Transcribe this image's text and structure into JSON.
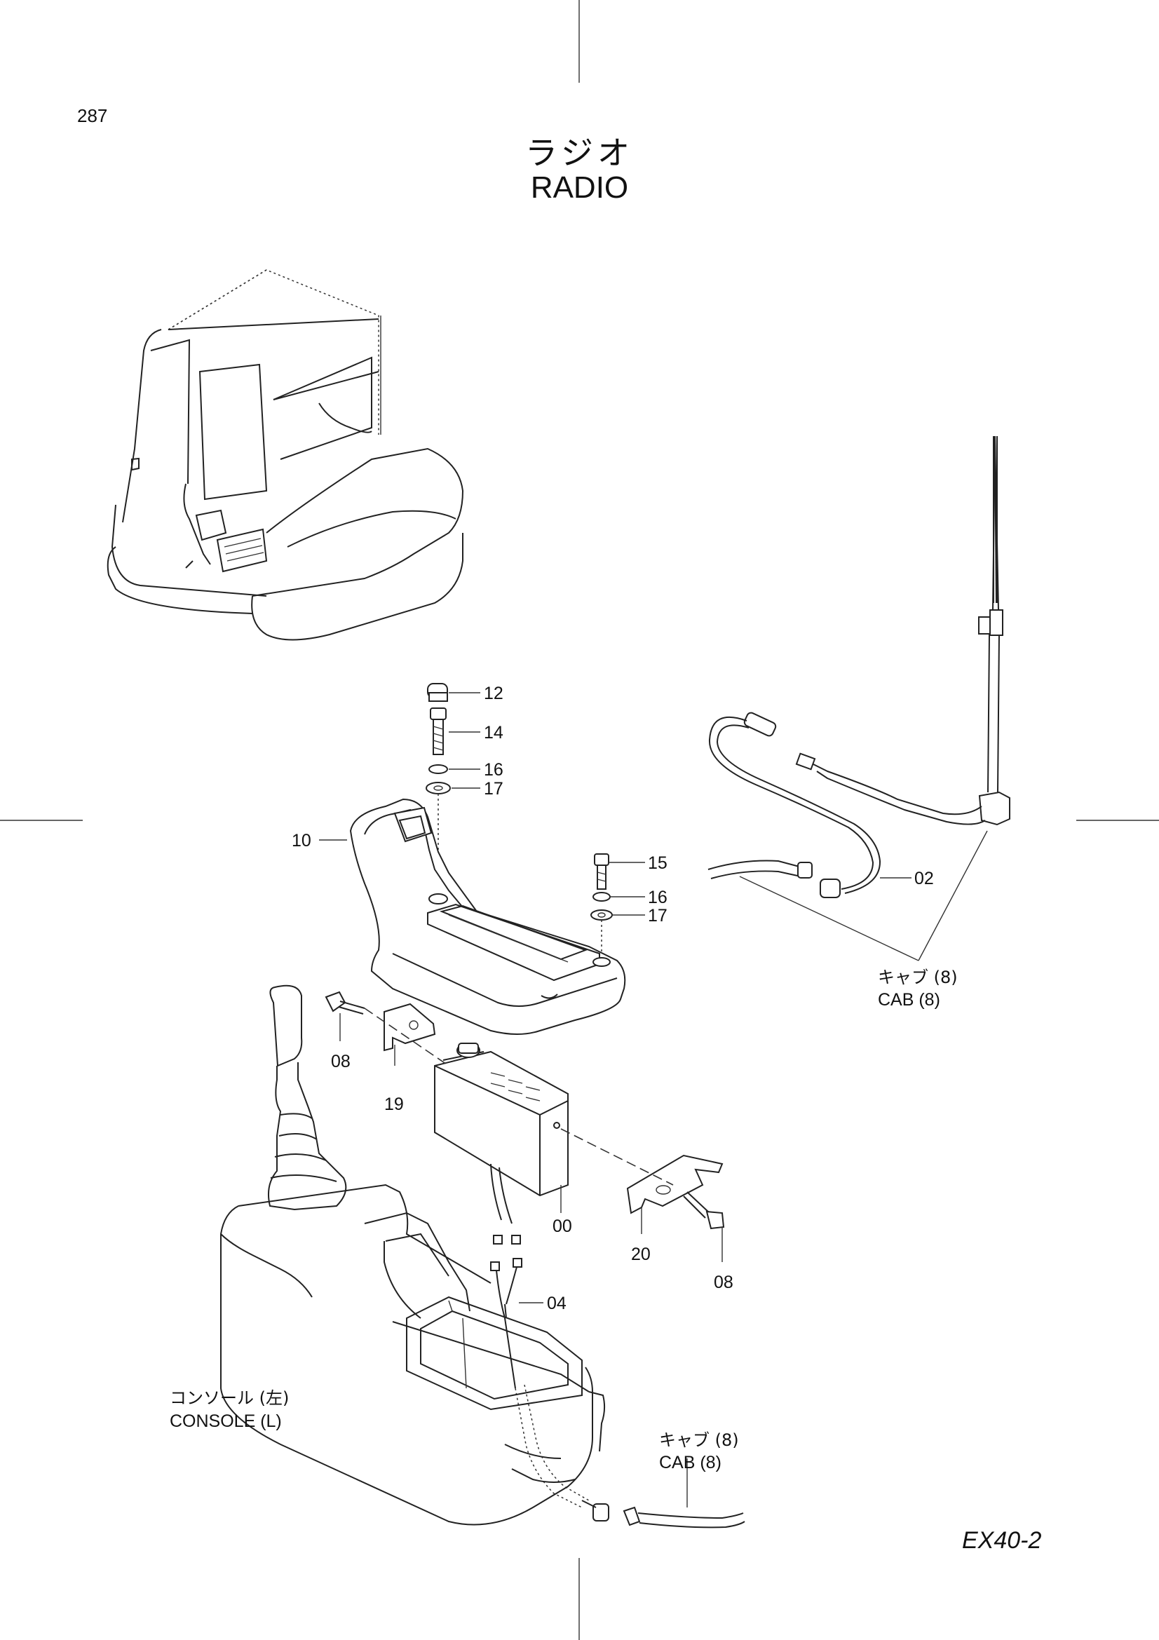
{
  "header": {
    "page_number": "287",
    "title_jp": "ラジオ",
    "title_en": "RADIO"
  },
  "footer": {
    "model": "EX40-2"
  },
  "callouts": {
    "c12": "12",
    "c14": "14",
    "c16a": "16",
    "c17a": "17",
    "c10": "10",
    "c15": "15",
    "c16b": "16",
    "c17b": "17",
    "c02": "02",
    "c08a": "08",
    "c19": "19",
    "c00": "00",
    "c20": "20",
    "c08b": "08",
    "c04": "04"
  },
  "references": {
    "cab_upper_jp": "キャブ (8)",
    "cab_upper_en": "CAB (8)",
    "console_jp": "コンソール (左)",
    "console_en": "CONSOLE (L)",
    "cab_lower_jp": "キャブ (8)",
    "cab_lower_en": "CAB (8)"
  }
}
